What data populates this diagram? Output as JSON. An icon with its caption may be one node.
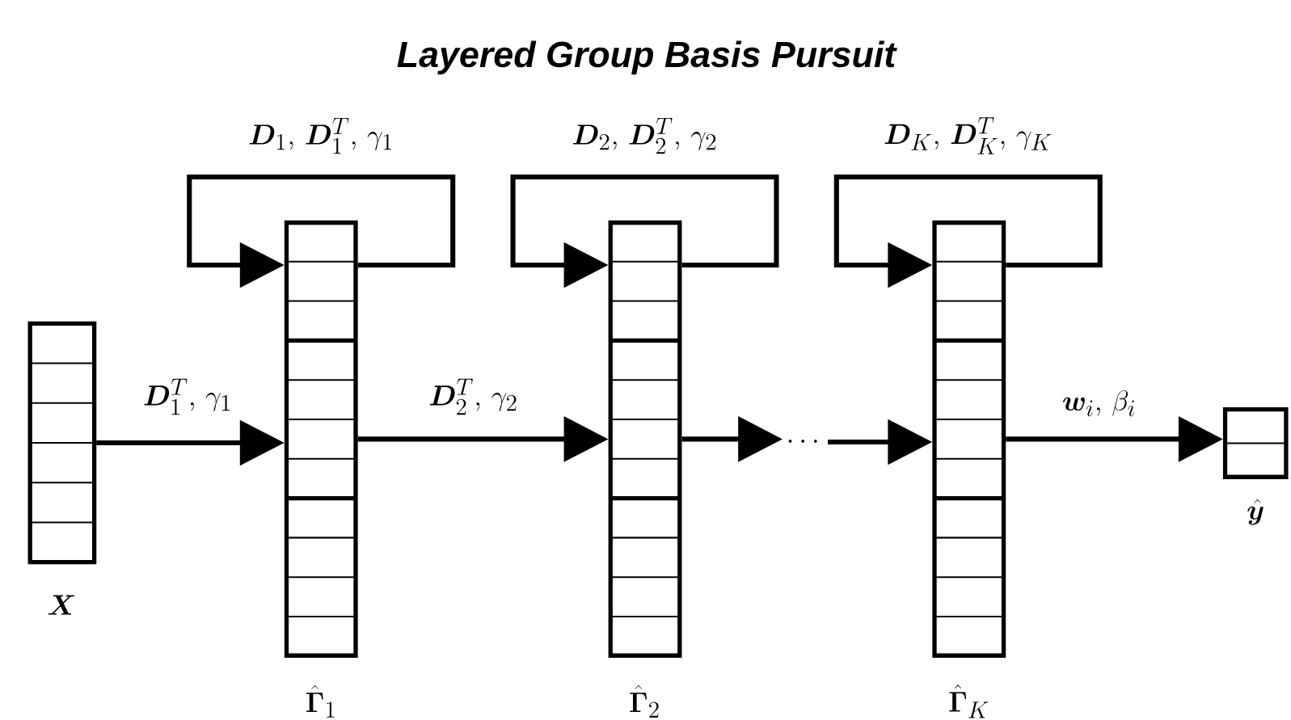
{
  "diagram": {
    "title": "Layered Group Basis Pursuit",
    "nodes": [
      {
        "text": [
          "\\boldsymbol{X}"
        ]
      },
      {
        "text": [
          "\\hat{\\boldsymbol{\\Gamma}}_1"
        ]
      },
      {
        "text": [
          "\\hat{\\boldsymbol{\\Gamma}}_2"
        ]
      },
      {
        "text": [
          "\\cdots"
        ]
      },
      {
        "text": [
          "\\hat{\\boldsymbol{\\Gamma}}_K"
        ]
      },
      {
        "text": [
          "\\hat{\\boldsymbol{y}}"
        ]
      }
    ],
    "edges": [
      {
        "from": 0,
        "to": 1,
        "arrow": "to",
        "label": "\\boldsymbol{D}_1^T,\\,\\gamma_1"
      },
      {
        "from": 1,
        "to": 1,
        "arrow": "to",
        "label": "\\boldsymbol{D}_1,\\,\\boldsymbol{D}_1^T,\\,\\gamma_1"
      },
      {
        "from": 1,
        "to": 2,
        "arrow": "to",
        "label": "\\boldsymbol{D}_2^T,\\,\\gamma_2"
      },
      {
        "from": 2,
        "to": 2,
        "arrow": "to",
        "label": "\\boldsymbol{D}_2,\\,\\boldsymbol{D}_2^T,\\,\\gamma_2"
      },
      {
        "from": 2,
        "to": 3,
        "arrow": "to"
      },
      {
        "from": 3,
        "to": 4,
        "arrow": "to"
      },
      {
        "from": 4,
        "to": 4,
        "arrow": "to",
        "label": "\\boldsymbol{D}_K,\\,\\boldsymbol{D}_K^T,\\,\\gamma_K"
      },
      {
        "from": 4,
        "to": 5,
        "arrow": "to",
        "label": "\\boldsymbol{w}_i,\\,\\beta_i"
      }
    ]
  }
}
